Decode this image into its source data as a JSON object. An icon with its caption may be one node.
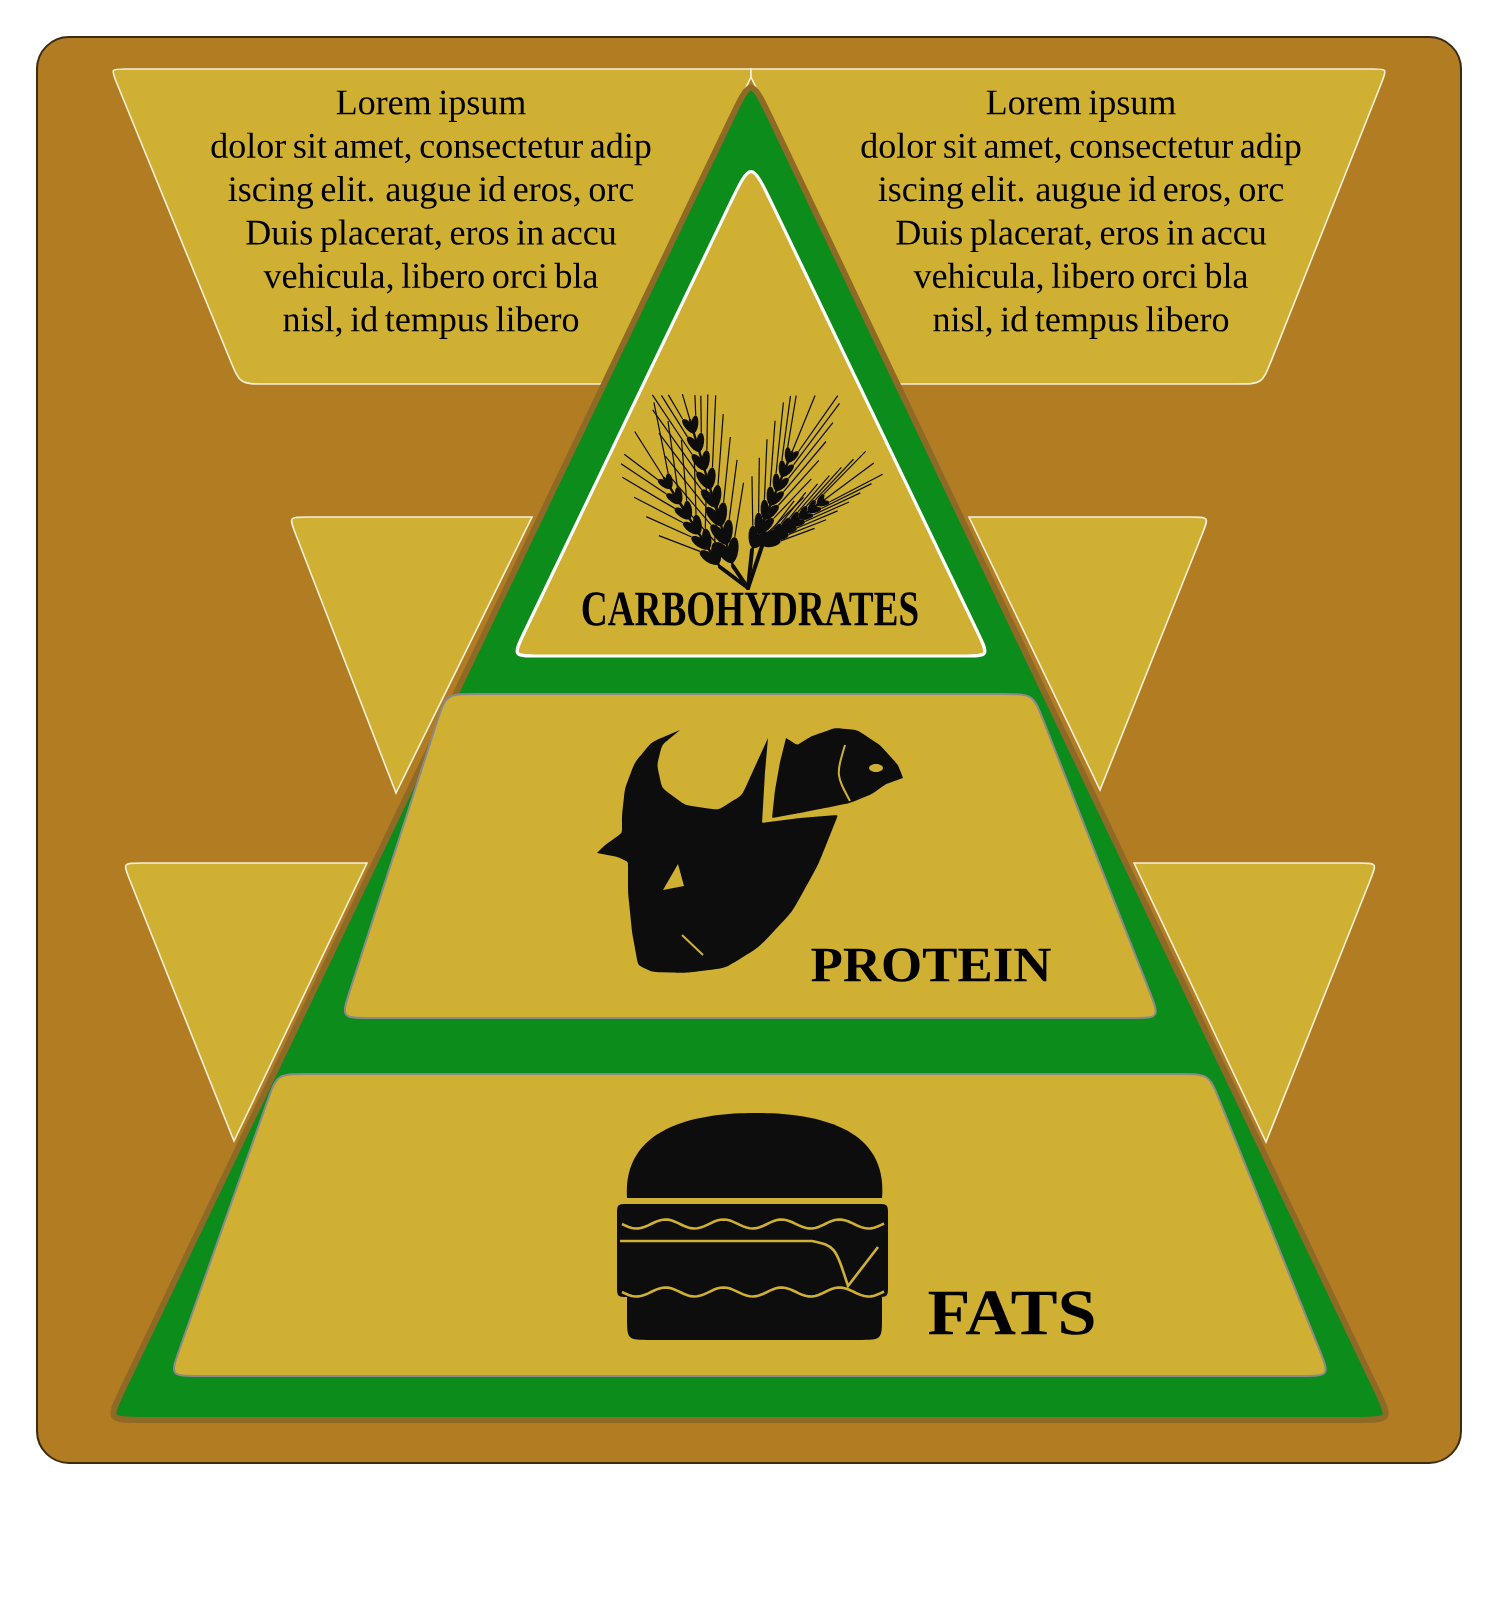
{
  "diagram": {
    "nodes": [
      {
        "text": [
          "Lorem ipsum dolor sit amet, consectetur adip iscing elit. augue id eros, orc Duis placerat, eros in accu vehicula, libero orci bla nisl, id tempus libero"
        ]
      },
      {
        "text": [
          "Lorem ipsum dolor sit amet, consectetur adip iscing elit. augue id eros, orc Duis placerat, eros in accu vehicula, libero orci bla nisl, id tempus libero"
        ]
      },
      {
        "text": [],
        "shape": "triangle"
      },
      {
        "text": [
          "CARBOHYDRATES"
        ],
        "in": 2
      },
      {
        "text": [],
        "shape": "triangle"
      },
      {
        "text": [],
        "shape": "triangle"
      },
      {
        "text": [
          "PROTEIN"
        ],
        "in": 2
      },
      {
        "text": [],
        "shape": "triangle"
      },
      {
        "text": [],
        "shape": "triangle"
      },
      {
        "text": [
          "FATS"
        ],
        "in": 2
      }
    ]
  }
}
